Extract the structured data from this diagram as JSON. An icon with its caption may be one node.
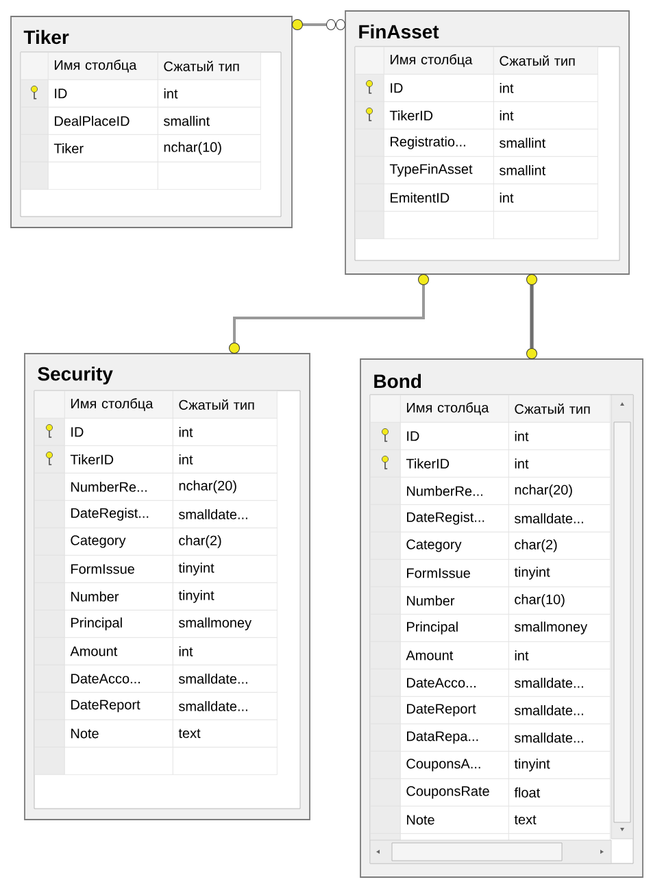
{
  "diagram": {
    "nodes": [
      {
        "text": [
          "Tiker",
          "Имя столбца",
          "Сжатый тип",
          "ID",
          "int",
          "DealPlaceID",
          "smallint",
          "Tiker",
          "nchar(10)"
        ]
      },
      {
        "text": [
          "FinAsset",
          "Имя столбца",
          "Сжатый тип",
          "ID",
          "int",
          "TikerID",
          "int",
          "Registratio...",
          "smallint",
          "TypeFinAsset",
          "smallint",
          "EmitentID",
          "int"
        ]
      },
      {
        "text": [
          "Security",
          "Имя столбца",
          "Сжатый тип",
          "ID",
          "int",
          "TikerID",
          "int",
          "NumberRe...",
          "nchar(20)",
          "DateRegist...",
          "smalldate...",
          "Category",
          "char(2)",
          "FormIssue",
          "tinyint",
          "Number",
          "tinyint",
          "Principal",
          "smallmoney",
          "Amount",
          "int",
          "DateAcco...",
          "smalldate...",
          "DateReport",
          "smalldate...",
          "Note",
          "text"
        ]
      },
      {
        "text": [
          "Bond",
          "Имя столбца",
          "Сжатый тип",
          "ID",
          "int",
          "TikerID",
          "int",
          "NumberRe...",
          "nchar(20)",
          "DateRegist...",
          "smalldate...",
          "Category",
          "char(2)",
          "FormIssue",
          "tinyint",
          "Number",
          "char(10)",
          "Principal",
          "smallmoney",
          "Amount",
          "int",
          "DateAcco...",
          "smalldate...",
          "DateReport",
          "smalldate...",
          "DataRepa...",
          "smalldate...",
          "CouponsA...",
          "tinyint",
          "CouponsRate",
          "float",
          "Note",
          "text"
        ]
      }
    ],
    "edges": [
      {
        "from": 0,
        "to": 1,
        "arrow": "other"
      },
      {
        "from": 1,
        "to": 2,
        "arrow": "other"
      },
      {
        "from": 1,
        "to": 3,
        "arrow": "other",
        "color": "#6e6e6e"
      }
    ]
  }
}
